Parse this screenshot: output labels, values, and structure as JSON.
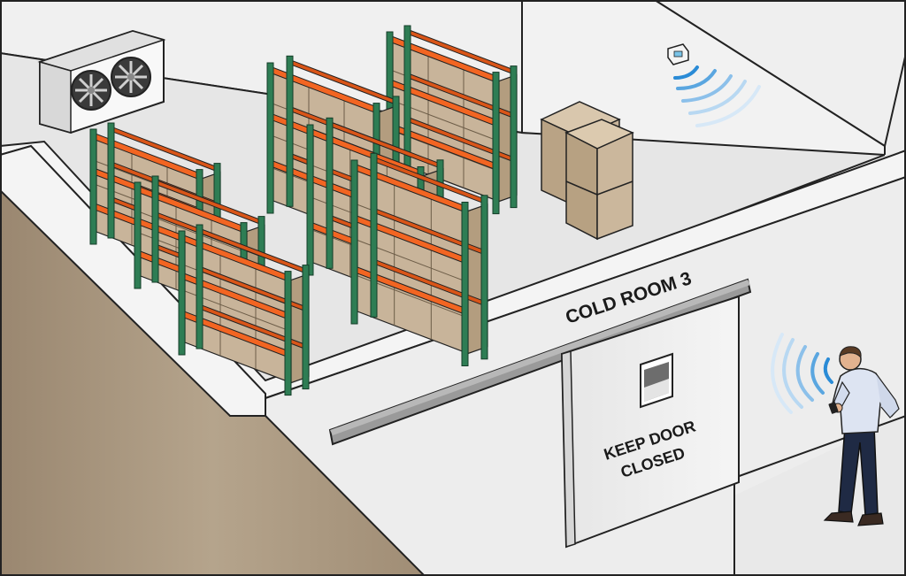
{
  "room_sign": "COLD ROOM 3",
  "door_sign": {
    "line1": "KEEP DOOR",
    "line2": "CLOSED"
  },
  "colors": {
    "floor": "#e8e8e8",
    "wall": "#f3f3f3",
    "corridor_floor": "#a99880",
    "rack_upright": "#2e7d54",
    "rack_beam": "#f26522",
    "box": "#c8b49a",
    "signal": "#2a8bd6"
  },
  "icons": [
    "evaporator-fan-unit",
    "wireless-temperature-sensor",
    "smartphone",
    "person"
  ]
}
